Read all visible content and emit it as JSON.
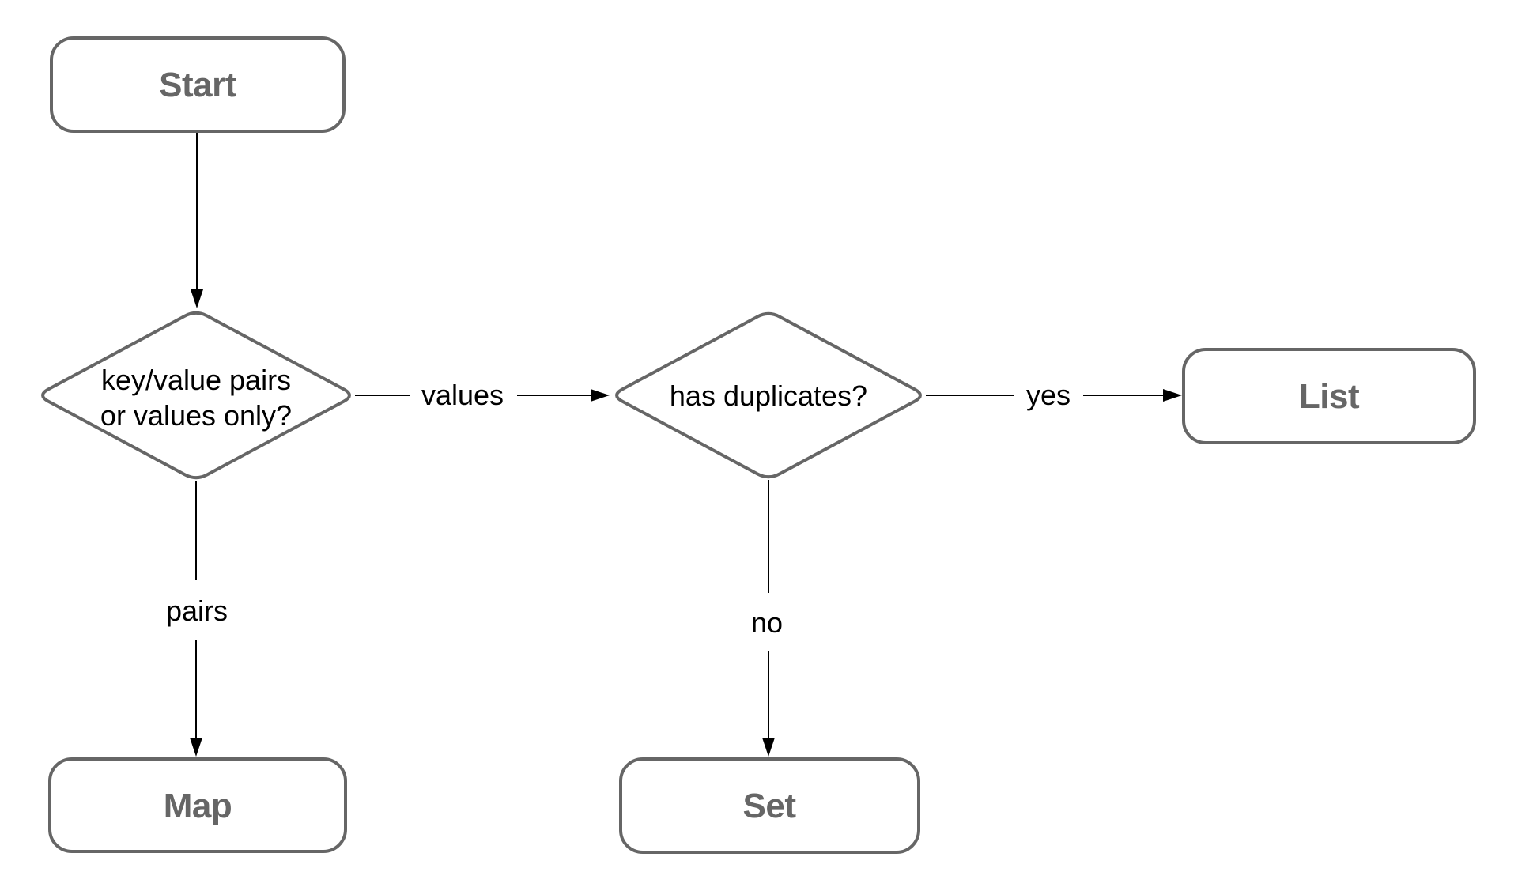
{
  "diagram": {
    "description": "Flowchart for choosing a collection type",
    "colors": {
      "background": "#ffffff",
      "node_border": "#666666",
      "node_label_text": "#666666",
      "decision_text": "#000000",
      "edge_line": "#000000",
      "edge_label_text": "#000000"
    },
    "nodes": {
      "start": {
        "type": "terminator",
        "label": "Start"
      },
      "pairs_or_values": {
        "type": "decision",
        "line1": "key/value pairs",
        "line2": "or values only?"
      },
      "has_duplicates": {
        "type": "decision",
        "label": "has duplicates?"
      },
      "list": {
        "type": "terminator",
        "label": "List"
      },
      "map": {
        "type": "terminator",
        "label": "Map"
      },
      "set": {
        "type": "terminator",
        "label": "Set"
      }
    },
    "edges": {
      "start_to_pairs_or_values": {
        "label": ""
      },
      "pairs_or_values_to_has_duplicates": {
        "label": "values"
      },
      "has_duplicates_to_list": {
        "label": "yes"
      },
      "pairs_or_values_to_map": {
        "label": "pairs"
      },
      "has_duplicates_to_set": {
        "label": "no"
      }
    }
  }
}
